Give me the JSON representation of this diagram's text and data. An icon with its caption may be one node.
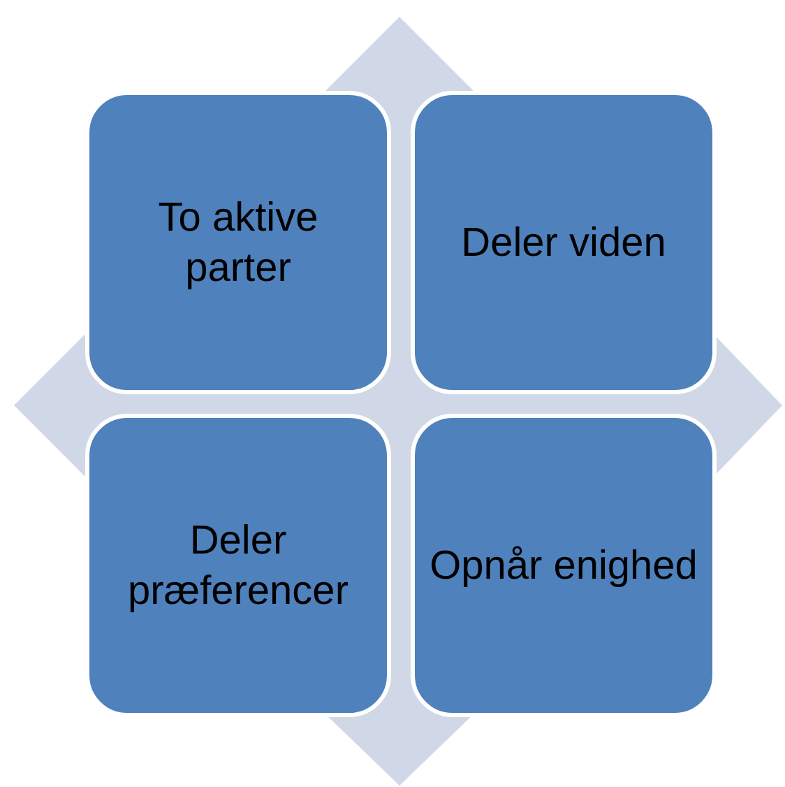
{
  "diagram": {
    "nodes": [
      {
        "text": [
          "To aktive parter"
        ]
      },
      {
        "text": [
          "Deler viden"
        ]
      },
      {
        "text": [
          "Deler præferencer"
        ]
      },
      {
        "text": [
          "Opnår enighed"
        ]
      }
    ]
  }
}
